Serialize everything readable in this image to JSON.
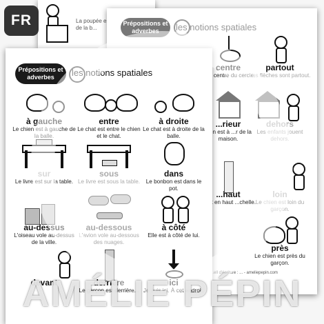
{
  "badge": "FR",
  "back_sheet": {
    "lines": [
      "La poupée est...",
      "de la b..."
    ]
  },
  "mid_sheet": {
    "pill": "Prépositions et adverbes",
    "title": "les notions spatiales",
    "cells": [
      {
        "word": "centre",
        "desc": "...au centre du cercle."
      },
      {
        "word": "partout",
        "desc": "Les flèches sont partout."
      },
      {
        "word": "...rieur",
        "desc": "...on est à ...r de la maison."
      },
      {
        "word": "dehors",
        "desc": "Les enfants jouent dehors."
      },
      {
        "word": "...haut",
        "desc": "...est en haut ...chelle."
      },
      {
        "word": "loin",
        "desc": "Le chien est loin du garçon."
      },
      {
        "word": "près",
        "desc": "Le chien est près du garçon."
      }
    ],
    "footer": "...ell d'écriture : ... - ameliepepin.com"
  },
  "front_sheet": {
    "pill": "Prépositions et adverbes",
    "title": "les notions spatiales",
    "cells": [
      {
        "word": "à gauche",
        "desc": "Le chien est à gauche de la balle."
      },
      {
        "word": "entre",
        "desc": "Le chat est entre le chien et le chat."
      },
      {
        "word": "à droite",
        "desc": "Le chat est à droite de la balle."
      },
      {
        "word": "sur",
        "desc": "Le livre est sur la table."
      },
      {
        "word": "sous",
        "desc": "Le livre est sous la table."
      },
      {
        "word": "dans",
        "desc": "Le bonbon est dans le pot."
      },
      {
        "word": "au-dessus",
        "desc": "L'oiseau vole au-dessus de la ville."
      },
      {
        "word": "au-dessous",
        "desc": "L'avion vole au-dessous des nuages."
      },
      {
        "word": "à côté",
        "desc": "Elle est à côté de lui."
      },
      {
        "word": "devant",
        "desc": ""
      },
      {
        "word": "derrière",
        "desc": "Le garçon est derrière..."
      },
      {
        "word": "ici",
        "desc": "Je suis ici. À cet endroit."
      }
    ]
  },
  "watermark": "AMÉLIE PÉPIN"
}
